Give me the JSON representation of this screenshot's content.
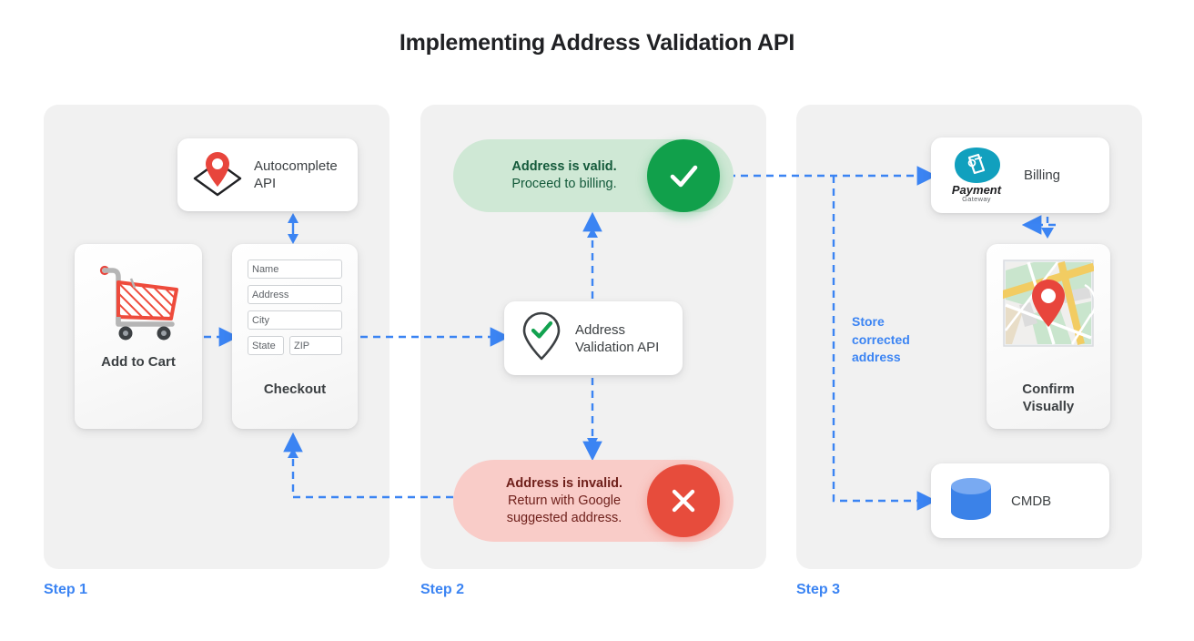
{
  "page": {
    "title": "Implementing Address Validation API",
    "background": "#ffffff"
  },
  "colors": {
    "panel_bg": "#f1f1f1",
    "accent_blue": "#3b84f3",
    "valid_pill_bg": "#cfe8d5",
    "valid_badge": "#11a04b",
    "valid_text": "#13593a",
    "invalid_pill_bg": "#f9ccc8",
    "invalid_badge": "#e74c3c",
    "invalid_text": "#6e1f1a",
    "card_text": "#3c4043",
    "pin_red": "#e8453c",
    "db_blue": "#3b82e8",
    "gateway_teal": "#11a0be"
  },
  "steps": [
    {
      "label": "Step 1"
    },
    {
      "label": "Step 2"
    },
    {
      "label": "Step 3"
    }
  ],
  "step1": {
    "autocomplete_card": {
      "icon": "map-pin-envelope-icon",
      "line1": "Autocomplete",
      "line2": "API"
    },
    "cart_card": {
      "icon": "shopping-cart-icon",
      "caption": "Add to Cart"
    },
    "checkout_card": {
      "caption": "Checkout",
      "fields": [
        {
          "name": "name-field",
          "placeholder": "Name"
        },
        {
          "name": "address-field",
          "placeholder": "Address"
        },
        {
          "name": "city-field",
          "placeholder": "City"
        },
        {
          "name": "state-field",
          "placeholder": "State"
        },
        {
          "name": "zip-field",
          "placeholder": "ZIP"
        }
      ]
    }
  },
  "step2": {
    "valid_pill": {
      "strong": "Address is valid.",
      "detail": "Proceed to billing.",
      "badge_icon": "check-icon"
    },
    "validation_card": {
      "icon": "pin-check-icon",
      "line1": "Address",
      "line2": "Validation API"
    },
    "invalid_pill": {
      "strong": "Address is invalid.",
      "detail_line1": "Return with Google",
      "detail_line2": "suggested address.",
      "badge_icon": "close-icon"
    }
  },
  "step3": {
    "billing_card": {
      "icon": "payment-gateway-logo",
      "logo_word1": "Payment",
      "logo_word2": "Gateway",
      "label": "Billing"
    },
    "confirm_card": {
      "icon": "map-thumbnail-icon",
      "caption_line1": "Confirm",
      "caption_line2": "Visually"
    },
    "cmdb_card": {
      "icon": "database-icon",
      "label": "CMDB"
    },
    "store_label": {
      "line1": "Store",
      "line2": "corrected",
      "line3": "address"
    }
  }
}
